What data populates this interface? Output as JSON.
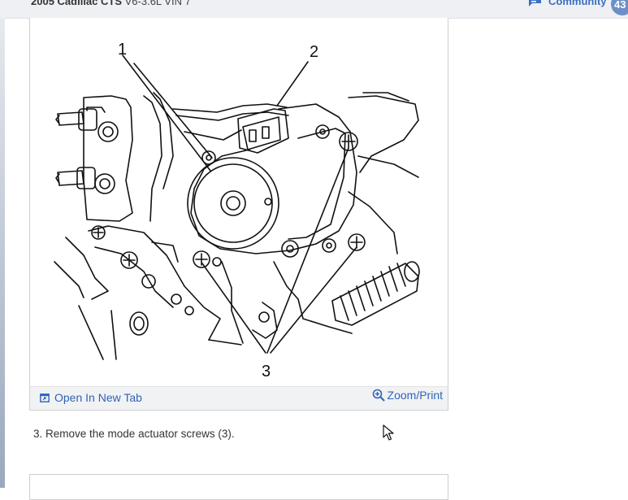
{
  "header": {
    "vehicle_make_model": "2005 Cadillac CTS",
    "vehicle_engine": "V6-3.6L VIN 7",
    "community_label": "Community",
    "community_count": "43"
  },
  "figure": {
    "callouts": [
      "1",
      "2",
      "3"
    ],
    "open_tab_label": "Open In New Tab",
    "zoom_label": "Zoom/Print"
  },
  "step": {
    "caption": "3. Remove the mode actuator screws (3)."
  },
  "colors": {
    "link": "#2f64b8",
    "badge": "#6c8fc9",
    "header_bg": "#eef0f3"
  },
  "icons": [
    "chat-icon",
    "open-new-tab-icon",
    "zoom-icon",
    "mouse-cursor-icon"
  ]
}
